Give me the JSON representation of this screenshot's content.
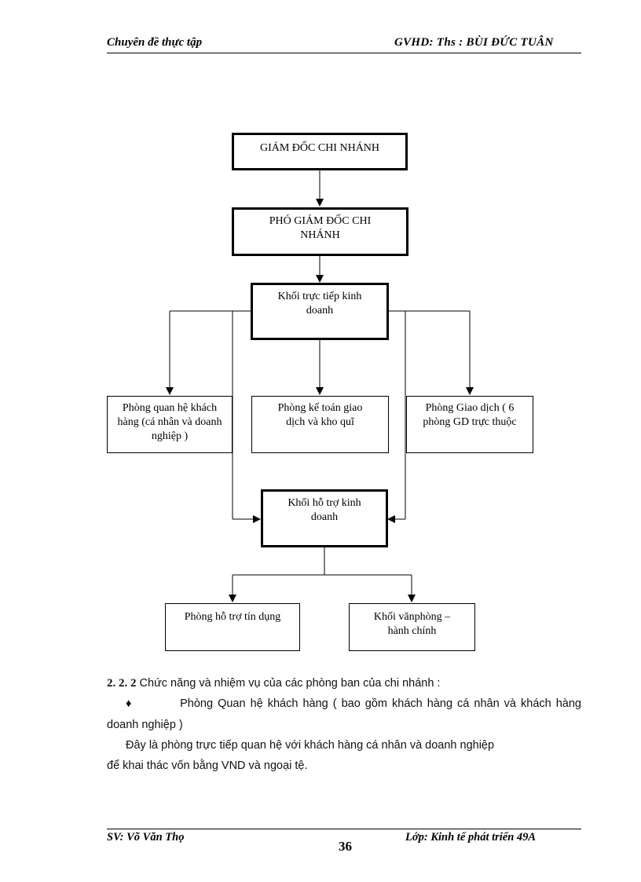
{
  "header": {
    "left": "Chuyên đề thực tập",
    "right": "GVHD: Ths : BÙI ĐỨC TUÂN"
  },
  "chart": {
    "giam_doc": "GIÁM ĐỐC CHI NHÁNH",
    "pho_giam_doc": "PHÓ GIÁM ĐỐC CHI NHÁNH",
    "khoi_truc_tiep": "Khối trực tiếp kinh doanh",
    "phong_quan_he": "Phòng quan hệ khách hàng (cá nhân và doanh nghiệp )",
    "phong_ke_toan": "Phòng kế toán giao dịch và kho quĩ",
    "phong_giao_dich": "Phòng Giao dịch ( 6 phòng GD trực thuộc",
    "khoi_ho_tro": "Khối hỗ trợ kinh doanh",
    "phong_ho_tro_tin_dung": "Phòng hỗ trợ tín dụng",
    "khoi_van_phong": "Khối vănphòng – hành chính"
  },
  "body": {
    "heading_num": "2. 2. 2",
    "heading_text": "Chức năng và nhiệm vụ của các phòng ban của chi nhánh :",
    "bullet": "♦",
    "bullet_line1": "Phòng Quan hệ khách hàng ( bao gồm khách hàng cá nhân và khách hàng",
    "bullet_line2": "doanh nghiệp )",
    "para_line1": "Đây là phòng trực tiếp quan hệ với khách hàng cá nhân và doanh nghiệp",
    "para_line2": "để khai thác vốn bằng VND và ngoại tệ."
  },
  "footer": {
    "left": "SV: Võ Văn Thọ",
    "page_number": "36",
    "right": "Lớp: Kinh tế phát triển 49A"
  }
}
